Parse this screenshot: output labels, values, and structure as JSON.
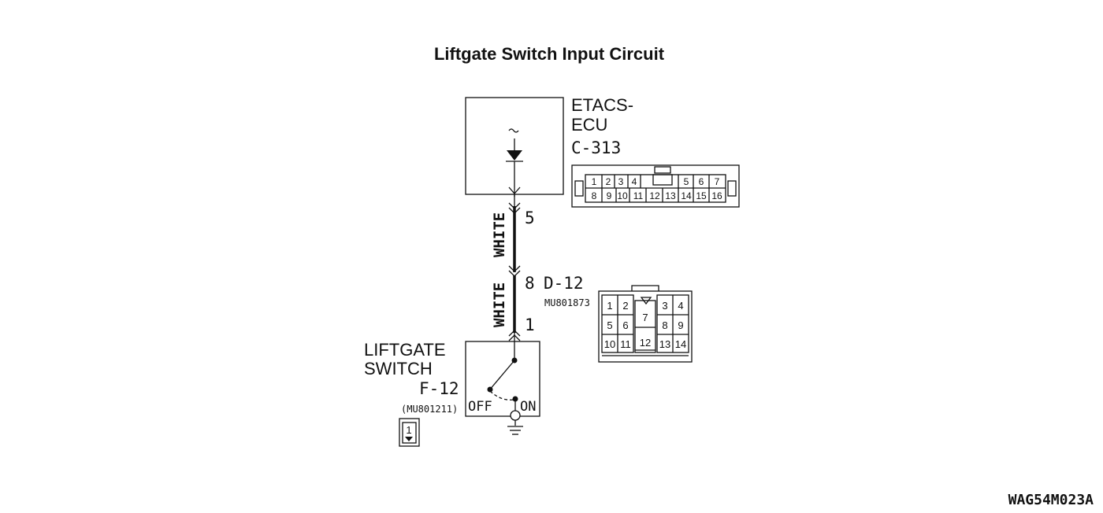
{
  "title": "Liftgate Switch Input Circuit",
  "etacs": {
    "name_line1": "ETACS-",
    "name_line2": "ECU",
    "connector": "C-313",
    "pins_top": [
      "1",
      "2",
      "3",
      "4",
      "5",
      "6",
      "7"
    ],
    "pins_bottom": [
      "8",
      "9",
      "10",
      "11",
      "12",
      "13",
      "14",
      "15",
      "16"
    ]
  },
  "wires": {
    "upper_color": "WHITE",
    "lower_color": "WHITE",
    "pin_ecu": "5",
    "pin_junction_upper": "8",
    "pin_junction_lower": "1"
  },
  "junction": {
    "connector": "D-12",
    "part_number": "MU801873",
    "pins": [
      "1",
      "2",
      "3",
      "4",
      "5",
      "6",
      "7",
      "8",
      "9",
      "10",
      "11",
      "12",
      "13",
      "14"
    ]
  },
  "switch": {
    "name_line1": "LIFTGATE",
    "name_line2": "SWITCH",
    "connector": "F-12",
    "part_number": "(MU801211)",
    "off_label": "OFF",
    "on_label": "ON",
    "pin": "1"
  },
  "footer_code": "WAG54M023A"
}
